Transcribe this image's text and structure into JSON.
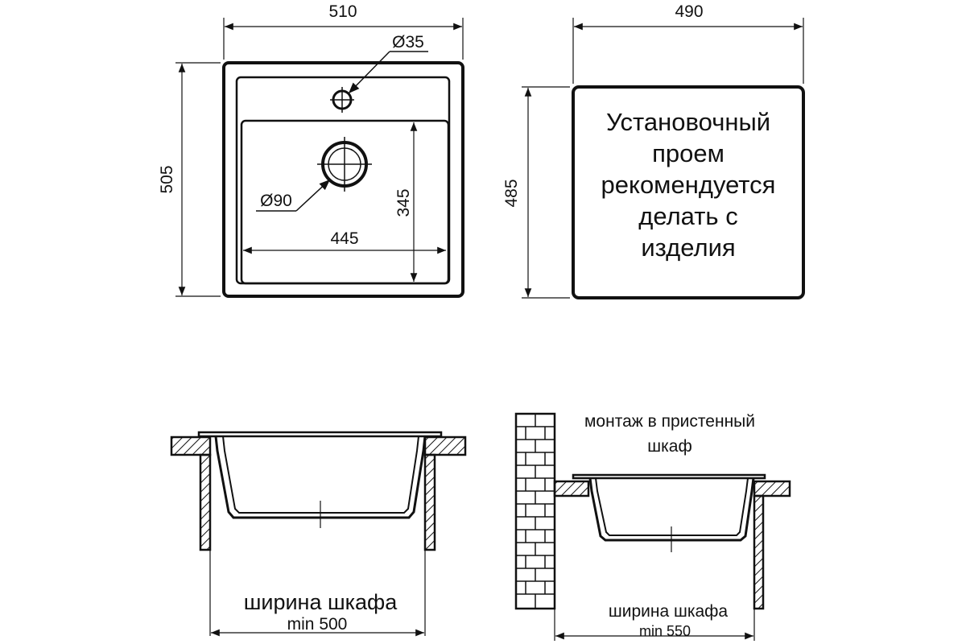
{
  "top_view": {
    "width_label": "510",
    "height_label": "505",
    "tap_hole_label": "Ø35",
    "drain_label": "Ø90",
    "bowl_width_label": "445",
    "bowl_depth_label": "345"
  },
  "cutout": {
    "width_label": "490",
    "height_label": "485",
    "note_lines": [
      "Установочный",
      "проем",
      "рекомендуется",
      "делать с",
      "изделия"
    ]
  },
  "section_standard": {
    "cabinet_label": "ширина шкафа",
    "min_label": "min 500"
  },
  "section_wall": {
    "mount_lines": [
      "монтаж в пристенный",
      "шкаф"
    ],
    "cabinet_label": "ширина шкафа",
    "min_label": "min 550"
  }
}
